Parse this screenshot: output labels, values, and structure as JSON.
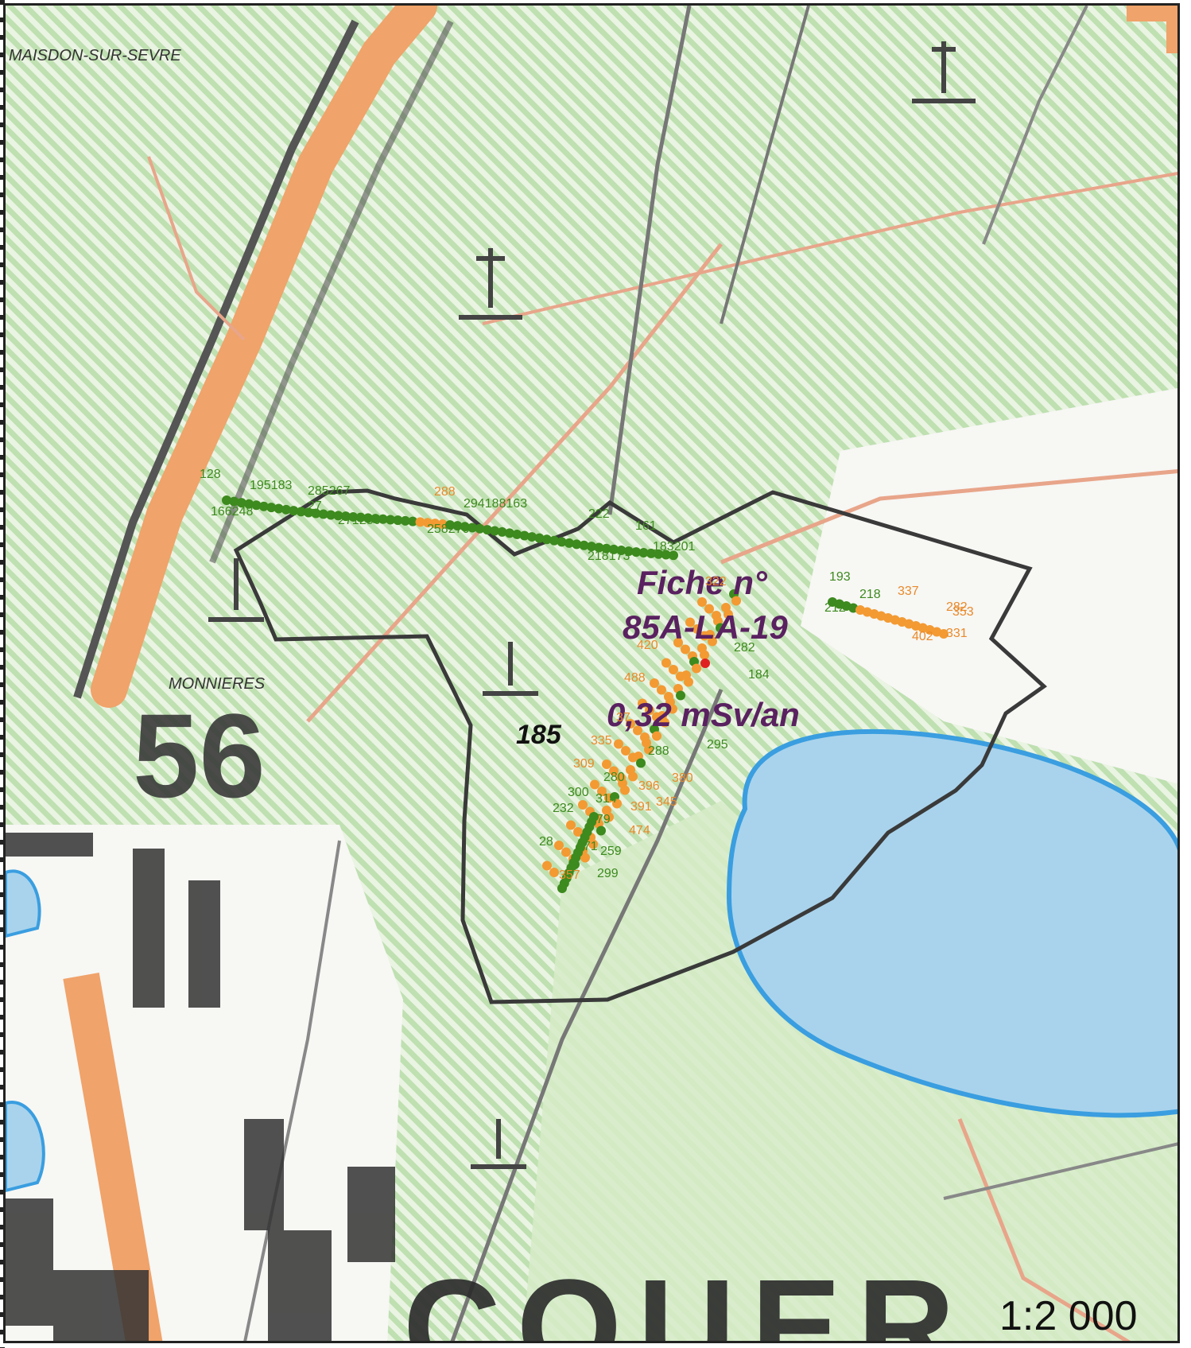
{
  "map": {
    "place_names": {
      "maisdon": "MAISDON-SUR-SEVRE",
      "monnieres": "MONNIERES"
    },
    "parcel_number": "185",
    "fiche_title": "Fiche n°",
    "fiche_id": "85A-LA-19",
    "dose": "0,32 mSv/an",
    "scale": "1:2 000",
    "road_number": "56",
    "colors": {
      "background_green": "#cfe8c4",
      "hatch_green": "#a8d39a",
      "road_orange": "#f0a36a",
      "path_salmon": "#e8a58a",
      "water_blue": "#a9d3ec",
      "water_outline": "#3a9ee0",
      "perimeter": "#3a3a3a",
      "point_green": "#3d8a1e",
      "point_orange": "#f39a33",
      "point_red": "#e02020",
      "annotation_purple": "#5a2160"
    },
    "measurement_labels": [
      {
        "text": "128",
        "color": "green"
      },
      {
        "text": "195183",
        "color": "green"
      },
      {
        "text": "166248",
        "color": "green"
      },
      {
        "text": "285267",
        "color": "green"
      },
      {
        "text": "271256",
        "color": "green"
      },
      {
        "text": "27",
        "color": "green"
      },
      {
        "text": "288",
        "color": "orange"
      },
      {
        "text": "258270",
        "color": "green"
      },
      {
        "text": "294188163",
        "color": "green"
      },
      {
        "text": "222",
        "color": "green"
      },
      {
        "text": "161",
        "color": "green"
      },
      {
        "text": "218173",
        "color": "green"
      },
      {
        "text": "183201",
        "color": "green"
      },
      {
        "text": "193",
        "color": "green"
      },
      {
        "text": "218",
        "color": "green"
      },
      {
        "text": "212",
        "color": "green"
      },
      {
        "text": "337",
        "color": "orange"
      },
      {
        "text": "282",
        "color": "orange"
      },
      {
        "text": "353",
        "color": "orange"
      },
      {
        "text": "402",
        "color": "orange"
      },
      {
        "text": "331",
        "color": "orange"
      },
      {
        "text": "322",
        "color": "orange"
      },
      {
        "text": "282",
        "color": "green"
      },
      {
        "text": "184",
        "color": "green"
      },
      {
        "text": "420",
        "color": "orange"
      },
      {
        "text": "488",
        "color": "orange"
      },
      {
        "text": "37",
        "color": "orange"
      },
      {
        "text": "335",
        "color": "orange"
      },
      {
        "text": "309",
        "color": "orange"
      },
      {
        "text": "280",
        "color": "green"
      },
      {
        "text": "288",
        "color": "green"
      },
      {
        "text": "295",
        "color": "green"
      },
      {
        "text": "380",
        "color": "orange"
      },
      {
        "text": "396",
        "color": "orange"
      },
      {
        "text": "300",
        "color": "green"
      },
      {
        "text": "314",
        "color": "green"
      },
      {
        "text": "232",
        "color": "green"
      },
      {
        "text": "279",
        "color": "green"
      },
      {
        "text": "391",
        "color": "orange"
      },
      {
        "text": "345",
        "color": "orange"
      },
      {
        "text": "474",
        "color": "orange"
      },
      {
        "text": "28",
        "color": "green"
      },
      {
        "text": "271",
        "color": "green"
      },
      {
        "text": "259",
        "color": "green"
      },
      {
        "text": "357",
        "color": "orange"
      },
      {
        "text": "299",
        "color": "green"
      }
    ]
  }
}
